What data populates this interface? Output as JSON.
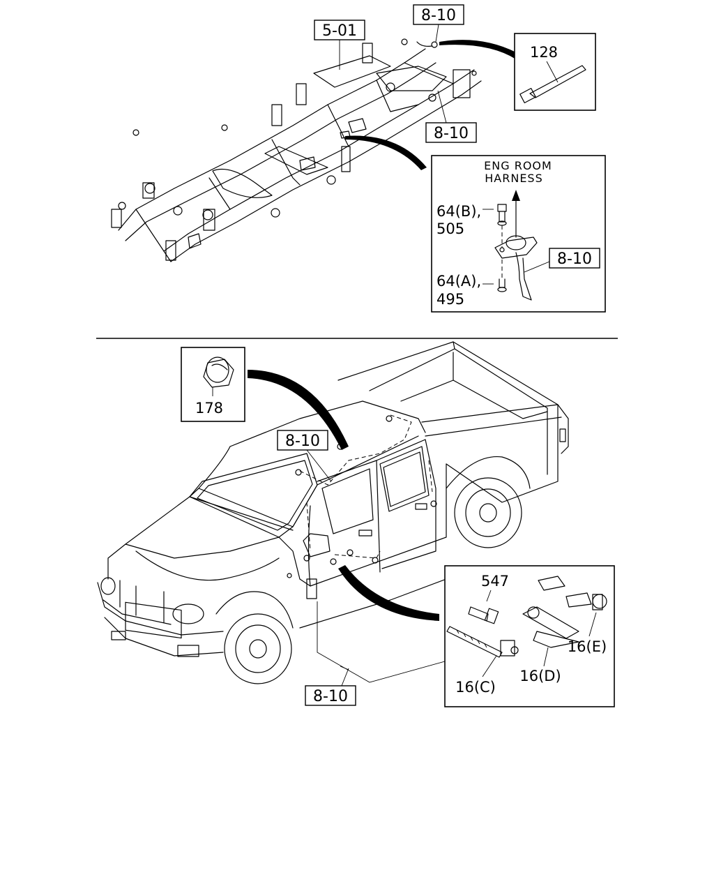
{
  "refs": {
    "frame_top": "8-10",
    "frame_body": "5-01",
    "frame_mid": "8-10",
    "inset_harness": "8-10",
    "roof": "8-10",
    "door_bottom": "8-10"
  },
  "parts": {
    "strap_128": "128",
    "grommet_178": "178",
    "bolt_547": "547",
    "clip_c": "16(C)",
    "clip_d": "16(D)",
    "clip_e": "16(E)",
    "bolt_64b": "64(B),",
    "bolt_64b_num": "505",
    "bolt_64a": "64(A),",
    "bolt_64a_num": "495"
  },
  "harness": {
    "line1": "ENG ROOM",
    "line2": "HARNESS"
  }
}
